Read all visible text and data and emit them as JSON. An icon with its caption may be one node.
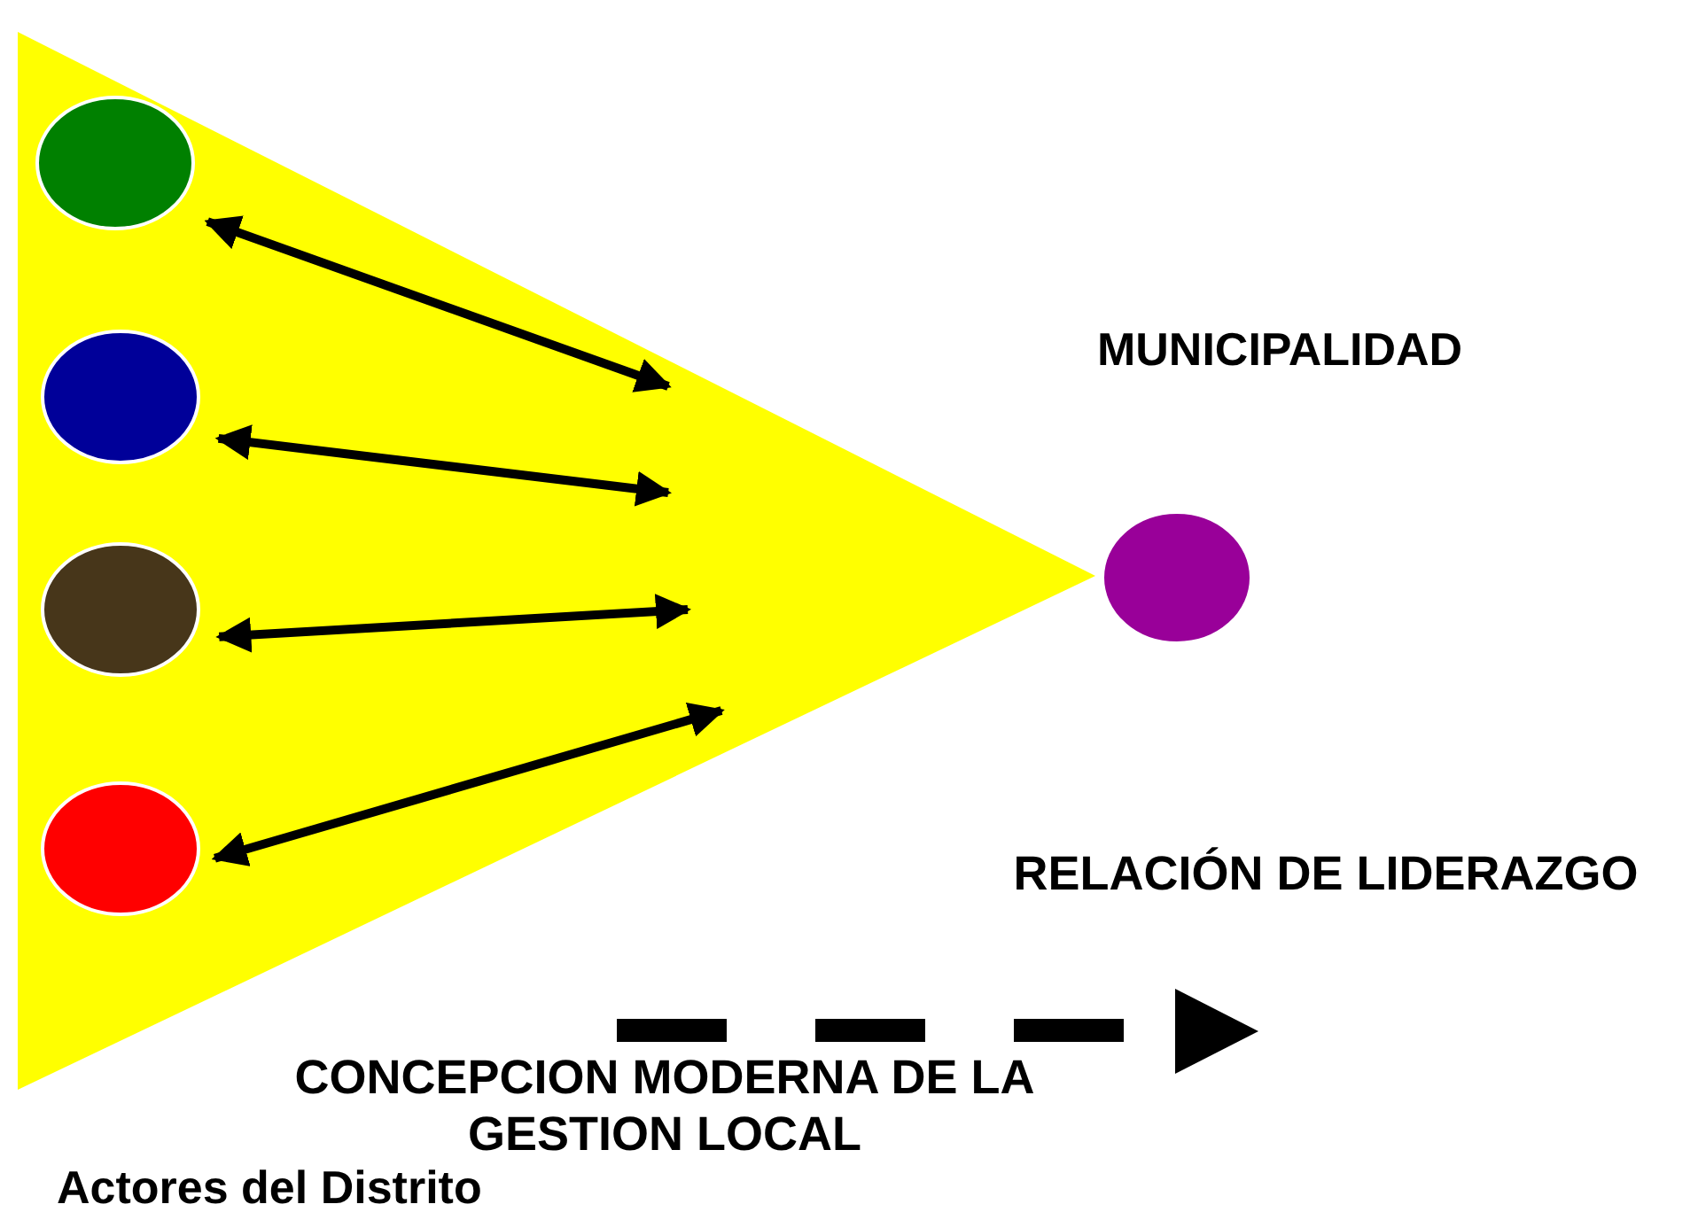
{
  "diagram": {
    "nodes": [
      {
        "text": [],
        "shape": "triangle"
      },
      {
        "text": [],
        "shape": "circle",
        "in": 0
      },
      {
        "text": [],
        "shape": "circle",
        "in": 0
      },
      {
        "text": [],
        "shape": "circle",
        "in": 0
      },
      {
        "text": [],
        "shape": "circle",
        "in": 0
      },
      {
        "text": [],
        "shape": "circle",
        "beside": [
          "MUNICIPALIDAD"
        ]
      }
    ],
    "edges": [
      {
        "from": 1,
        "to": null,
        "arrow": "both"
      },
      {
        "from": 2,
        "to": null,
        "arrow": "both"
      },
      {
        "from": 3,
        "to": null,
        "arrow": "both"
      },
      {
        "from": 4,
        "to": null,
        "arrow": "both"
      }
    ],
    "labels": [
      "RELACIÓN DE LIDERAZGO",
      "CONCEPCION MODERNA DE LA GESTION LOCAL",
      "Actores del Distrito"
    ]
  }
}
